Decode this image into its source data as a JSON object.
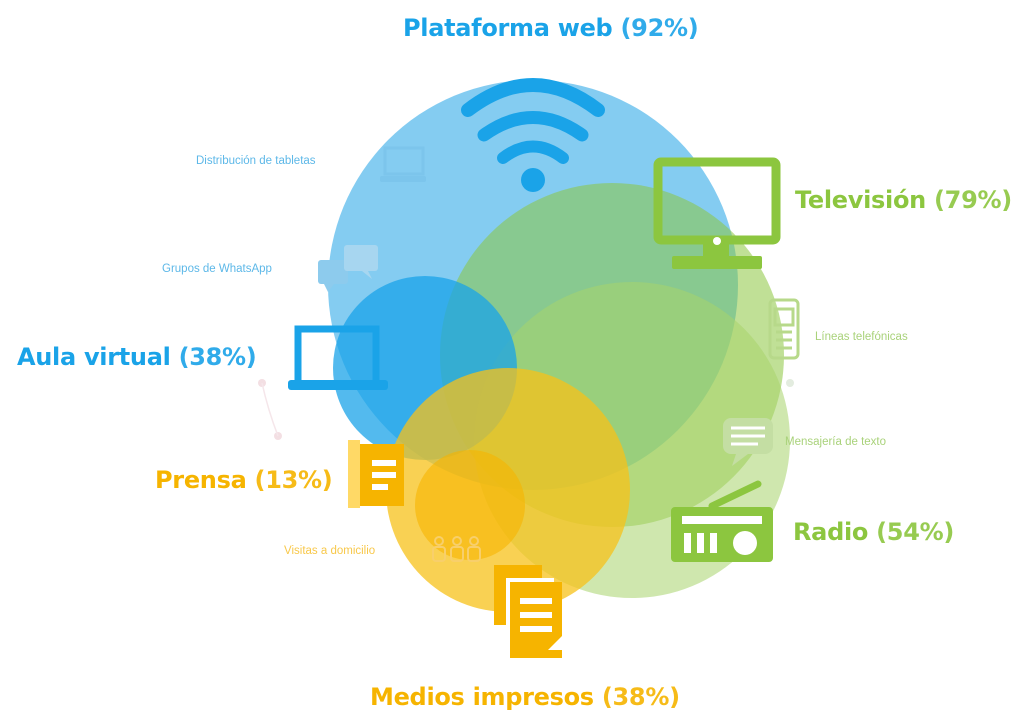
{
  "colors": {
    "blue": "#1aa3e8",
    "blue_light": "#49b6ea",
    "green": "#8cc63f",
    "yellow": "#f6b400",
    "green_text": "#9ccc65"
  },
  "channels": {
    "web": {
      "name": "Plataforma web",
      "pct": "(92%)",
      "value": 92,
      "icon": "wifi-icon"
    },
    "tv": {
      "name": "Televisión",
      "pct": "(79%)",
      "value": 79,
      "icon": "monitor-icon"
    },
    "aula": {
      "name": "Aula virtual",
      "pct": "(38%)",
      "value": 38,
      "icon": "laptop-icon"
    },
    "radio": {
      "name": "Radio",
      "pct": "(54%)",
      "value": 54,
      "icon": "radio-icon"
    },
    "prensa": {
      "name": "Prensa",
      "pct": "(13%)",
      "value": 13,
      "icon": "newspaper-icon"
    },
    "medios": {
      "name": "Medios impresos",
      "pct": "(38%)",
      "value": 38,
      "icon": "documents-icon"
    }
  },
  "minor": {
    "tabletas": "Distribución de tabletas",
    "whatsapp": "Grupos de WhatsApp",
    "lineas": "Líneas telefónicas",
    "mensajeria": "Mensajería de texto",
    "visitas": "Visitas a domicilio"
  }
}
